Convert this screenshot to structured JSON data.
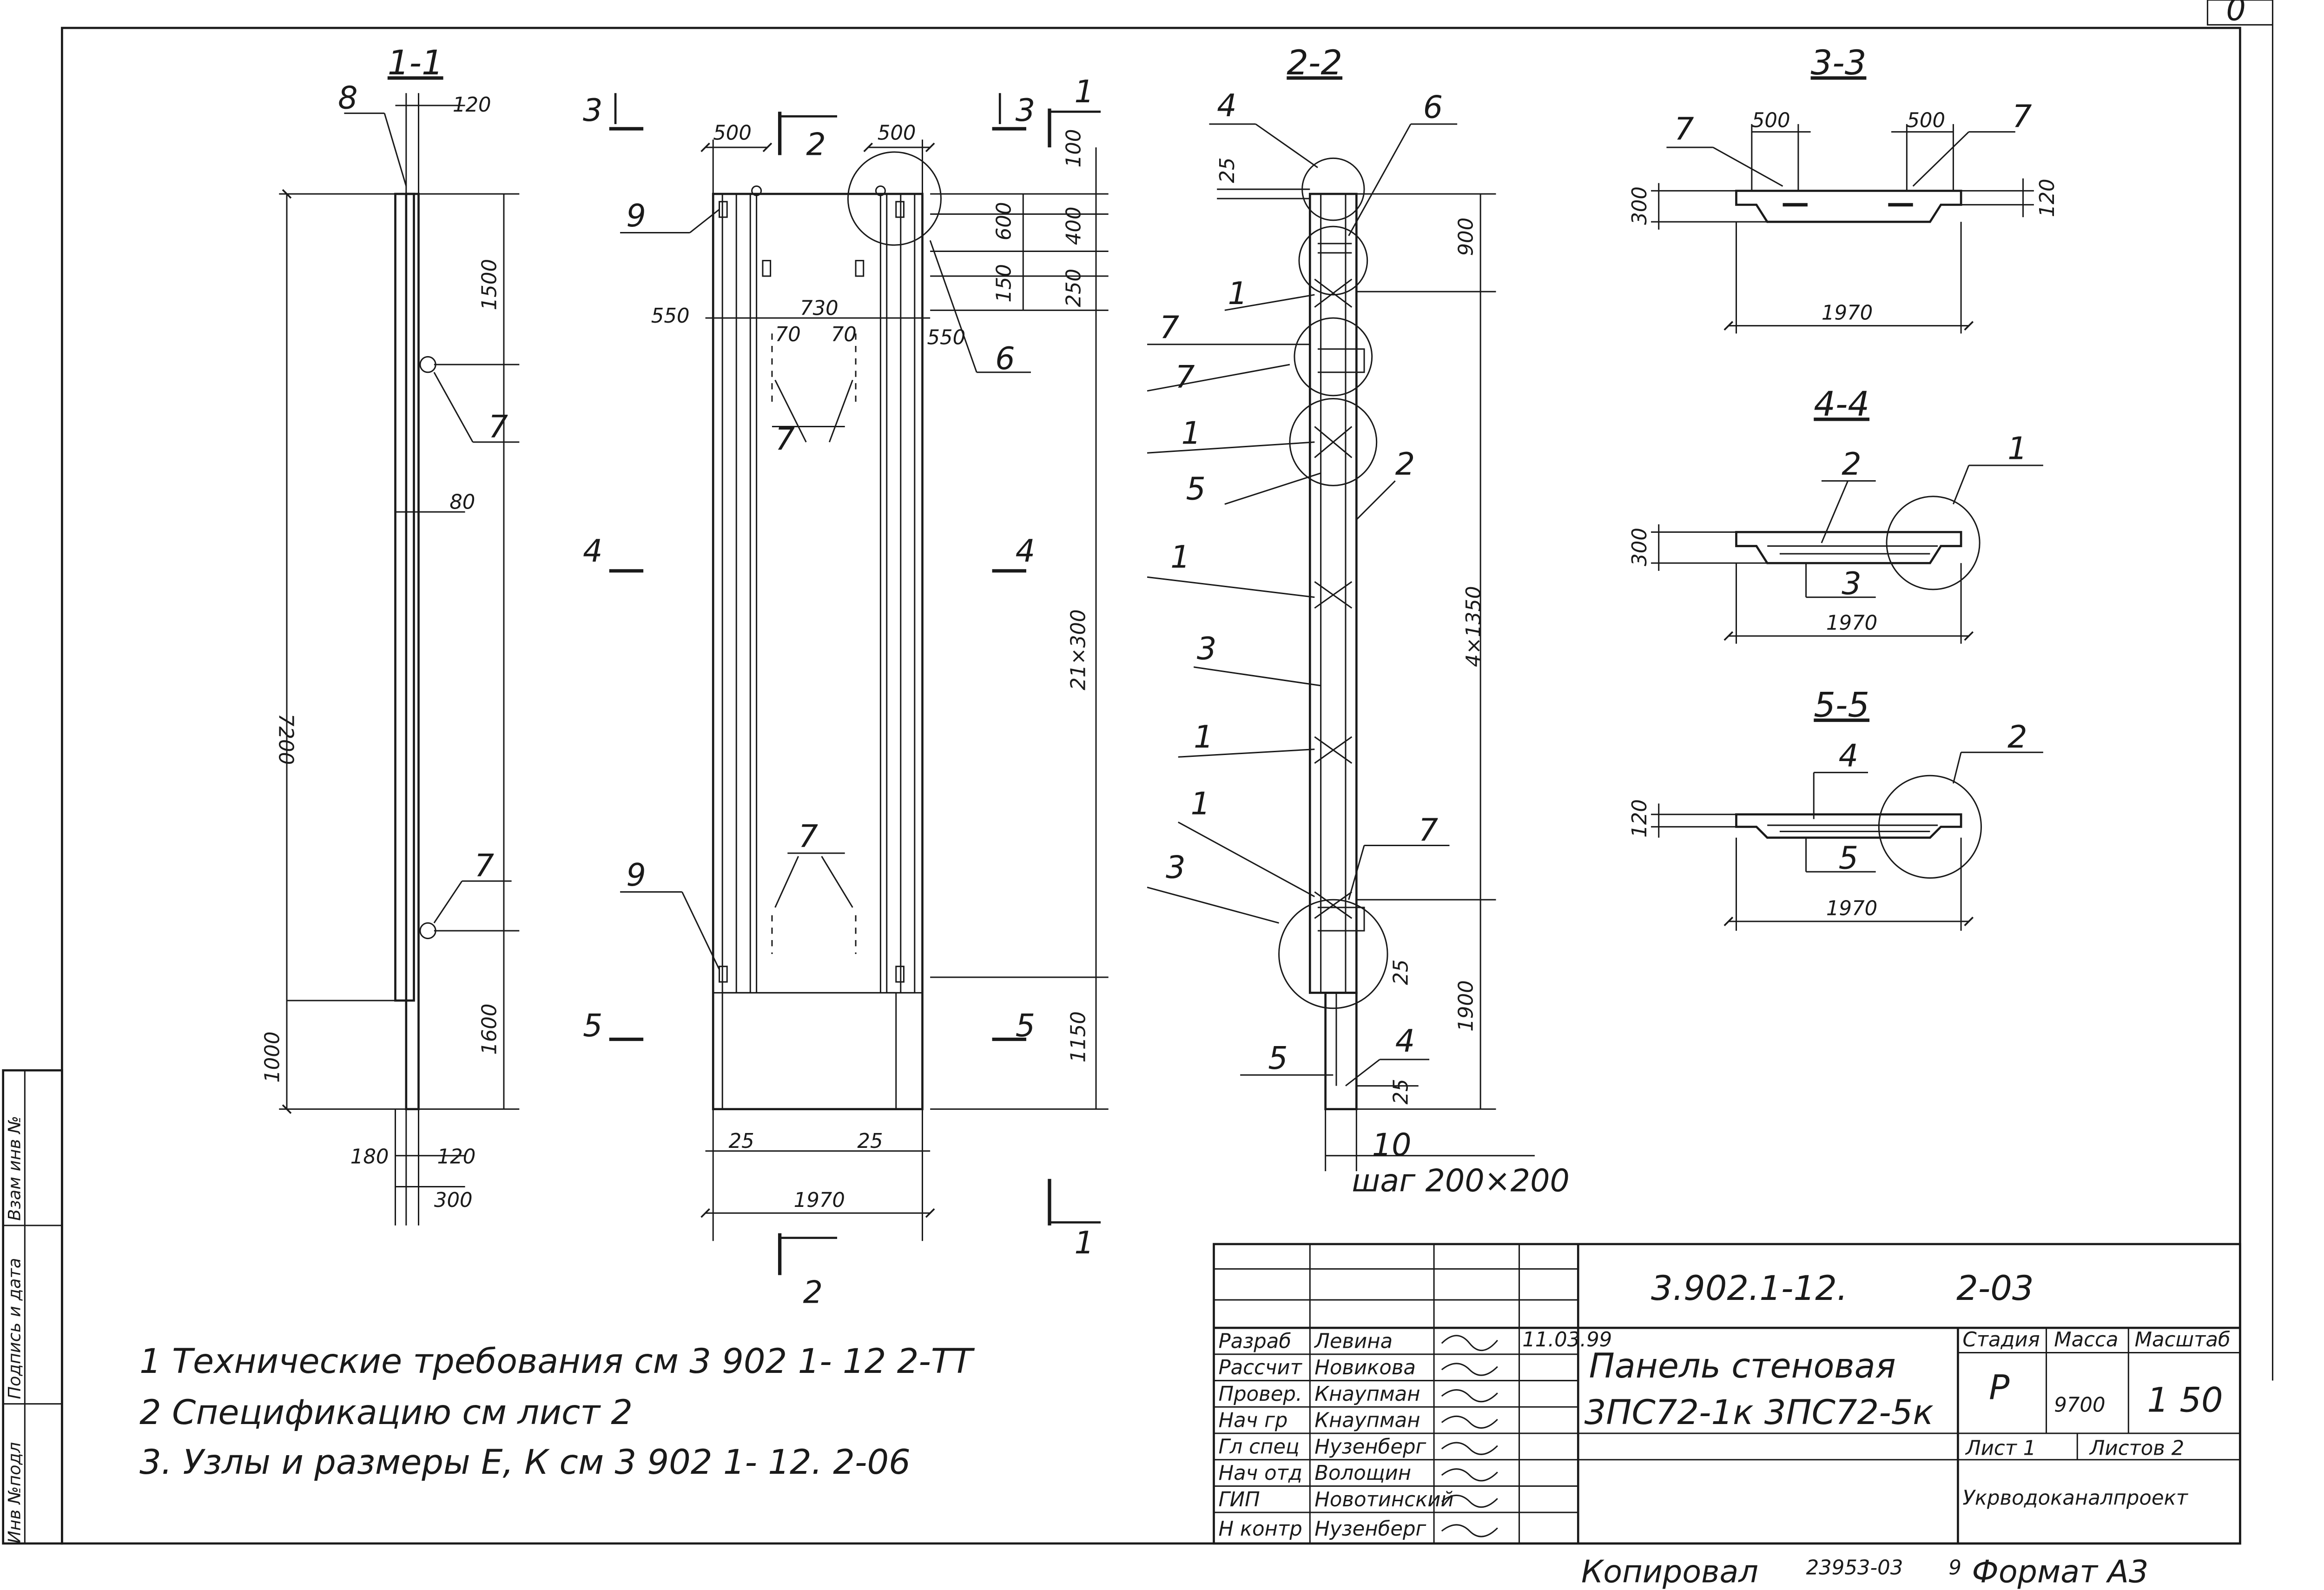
{
  "corner_mark": "0",
  "sections": {
    "s11": "1-1",
    "s22": "2-2",
    "s33": "3-3",
    "s44": "4-4",
    "s55": "5-5"
  },
  "cuts": {
    "c3": "3",
    "c4": "4",
    "c5": "5",
    "c1": "1",
    "c2": "2"
  },
  "view11": {
    "d120_top": "120",
    "d1500": "1500",
    "d80": "80",
    "d7200": "7200",
    "d1000": "1000",
    "d1600": "1600",
    "d180": "180",
    "d120_bot": "120",
    "d300": "300",
    "p8": "8",
    "p7a": "7",
    "p7b": "7"
  },
  "view_main": {
    "d500_l": "500",
    "d500_r": "500",
    "d100": "100",
    "d600": "600",
    "d400": "400",
    "d150": "150",
    "d250": "250",
    "d550_l": "550",
    "d730": "730",
    "d70_l": "70",
    "d70_r": "70",
    "d550_r": "550",
    "d21x300": "21×300",
    "d1150": "1150",
    "d25_l": "25",
    "d25_r": "25",
    "d1970": "1970",
    "p9a": "9",
    "p9b": "9",
    "p6": "6",
    "p7a": "7",
    "p7b": "7"
  },
  "view22": {
    "p4_top": "4",
    "p6": "6",
    "d25_top": "25",
    "d900": "900",
    "p1a": "1",
    "p7a": "7",
    "p7b": "7",
    "p1b": "1",
    "p5a": "5",
    "p2": "2",
    "p1c": "1",
    "d4x1350": "4×1350",
    "p3a": "3",
    "p1d": "1",
    "p1e": "1",
    "p7c": "7",
    "p3b": "3",
    "d25_mid": "25",
    "d1900": "1900",
    "p4_bot": "4",
    "p5b": "5",
    "d25_bot": "25",
    "p10": "10",
    "step": "шаг 200×200"
  },
  "view33": {
    "p7l": "7",
    "d500l": "500",
    "d500r": "500",
    "p7r": "7",
    "d300": "300",
    "d120": "120",
    "d1970": "1970"
  },
  "view44": {
    "p2": "2",
    "p1": "1",
    "d300": "300",
    "p3": "3",
    "d1970": "1970"
  },
  "view55": {
    "p4": "4",
    "p2": "2",
    "d120": "120",
    "p5": "5",
    "d1970": "1970"
  },
  "notes": [
    "1 Технические требования см 3 902 1- 12 2-ТТ",
    "2 Спецификацию см лист 2",
    "3. Узлы и размеры Е, К см 3 902 1- 12. 2-06"
  ],
  "side_stamp": [
    "Инв №подл",
    "Подпись и дата",
    "Взам инв №"
  ],
  "title_block": {
    "code": "3.902.1-12.",
    "sheet_code": "2-03",
    "title_line1": "Панель стеновая",
    "title_line2": "3ПС72-1к  3ПС72-5к",
    "col_stage": "Стадия",
    "col_mass": "Масса",
    "col_scale": "Масштаб",
    "stage": "Р",
    "mass": "9700",
    "scale": "1 50",
    "sheet": "Лист 1",
    "sheets": "Листов 2",
    "org": "Укрводоканалпроект",
    "date": "11.03.99",
    "rows": [
      {
        "role": "Разраб",
        "name": "Левина"
      },
      {
        "role": "Рассчит",
        "name": "Новикова"
      },
      {
        "role": "Провер.",
        "name": "Кнаупман"
      },
      {
        "role": "Нач гр",
        "name": "Кнаупман"
      },
      {
        "role": "Гл спец",
        "name": "Нузенберг"
      },
      {
        "role": "Нач отд",
        "name": "Волощин"
      },
      {
        "role": "ГИП",
        "name": "Новотинский"
      },
      {
        "role": "Н контр",
        "name": "Нузенберг"
      }
    ]
  },
  "footer": {
    "copied": "Копировал",
    "order": "23953-03",
    "n": "9",
    "format": "Формат А3"
  }
}
